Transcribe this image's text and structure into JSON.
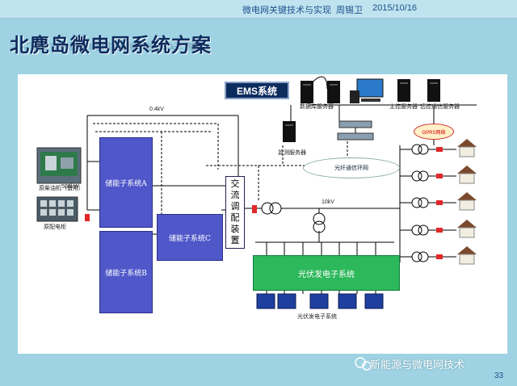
{
  "header": {
    "course": "微电网关键技术与实现",
    "author": "周锡卫",
    "date": "2015/10/16"
  },
  "title": "北麂岛微电网系统方案",
  "diagram": {
    "ems": "EMS系统",
    "bus_04kv": "0.4kV",
    "bus_10kv": "10kV",
    "db_server": "数据库服务器",
    "main_server": "主控服务器",
    "remote_server": "远控通信服务器",
    "monitor_server": "监测服务器",
    "fiber_ring": "光纤通信环网",
    "gprs": "GPRS网络",
    "diesel": "原柴油机（备用）",
    "diesel_kw": "500kW",
    "dist_cabinet": "原配电柜",
    "storage_a": "储能子系统A",
    "storage_b": "储能子系统B",
    "storage_c": "储能子系统C",
    "ac_device": [
      "交",
      "流",
      "调",
      "配",
      "装",
      "置"
    ],
    "pv_system": "光伏发电子系统",
    "pv_caption": "光伏发电子系统"
  },
  "watermark": "新能源与微电网技术",
  "page_number": "33",
  "colors": {
    "background": "#9fd3e3",
    "storage": "#4f57c9",
    "pv": "#2db85c",
    "breaker": "#e0282a",
    "ems": "#0d2c5e"
  }
}
